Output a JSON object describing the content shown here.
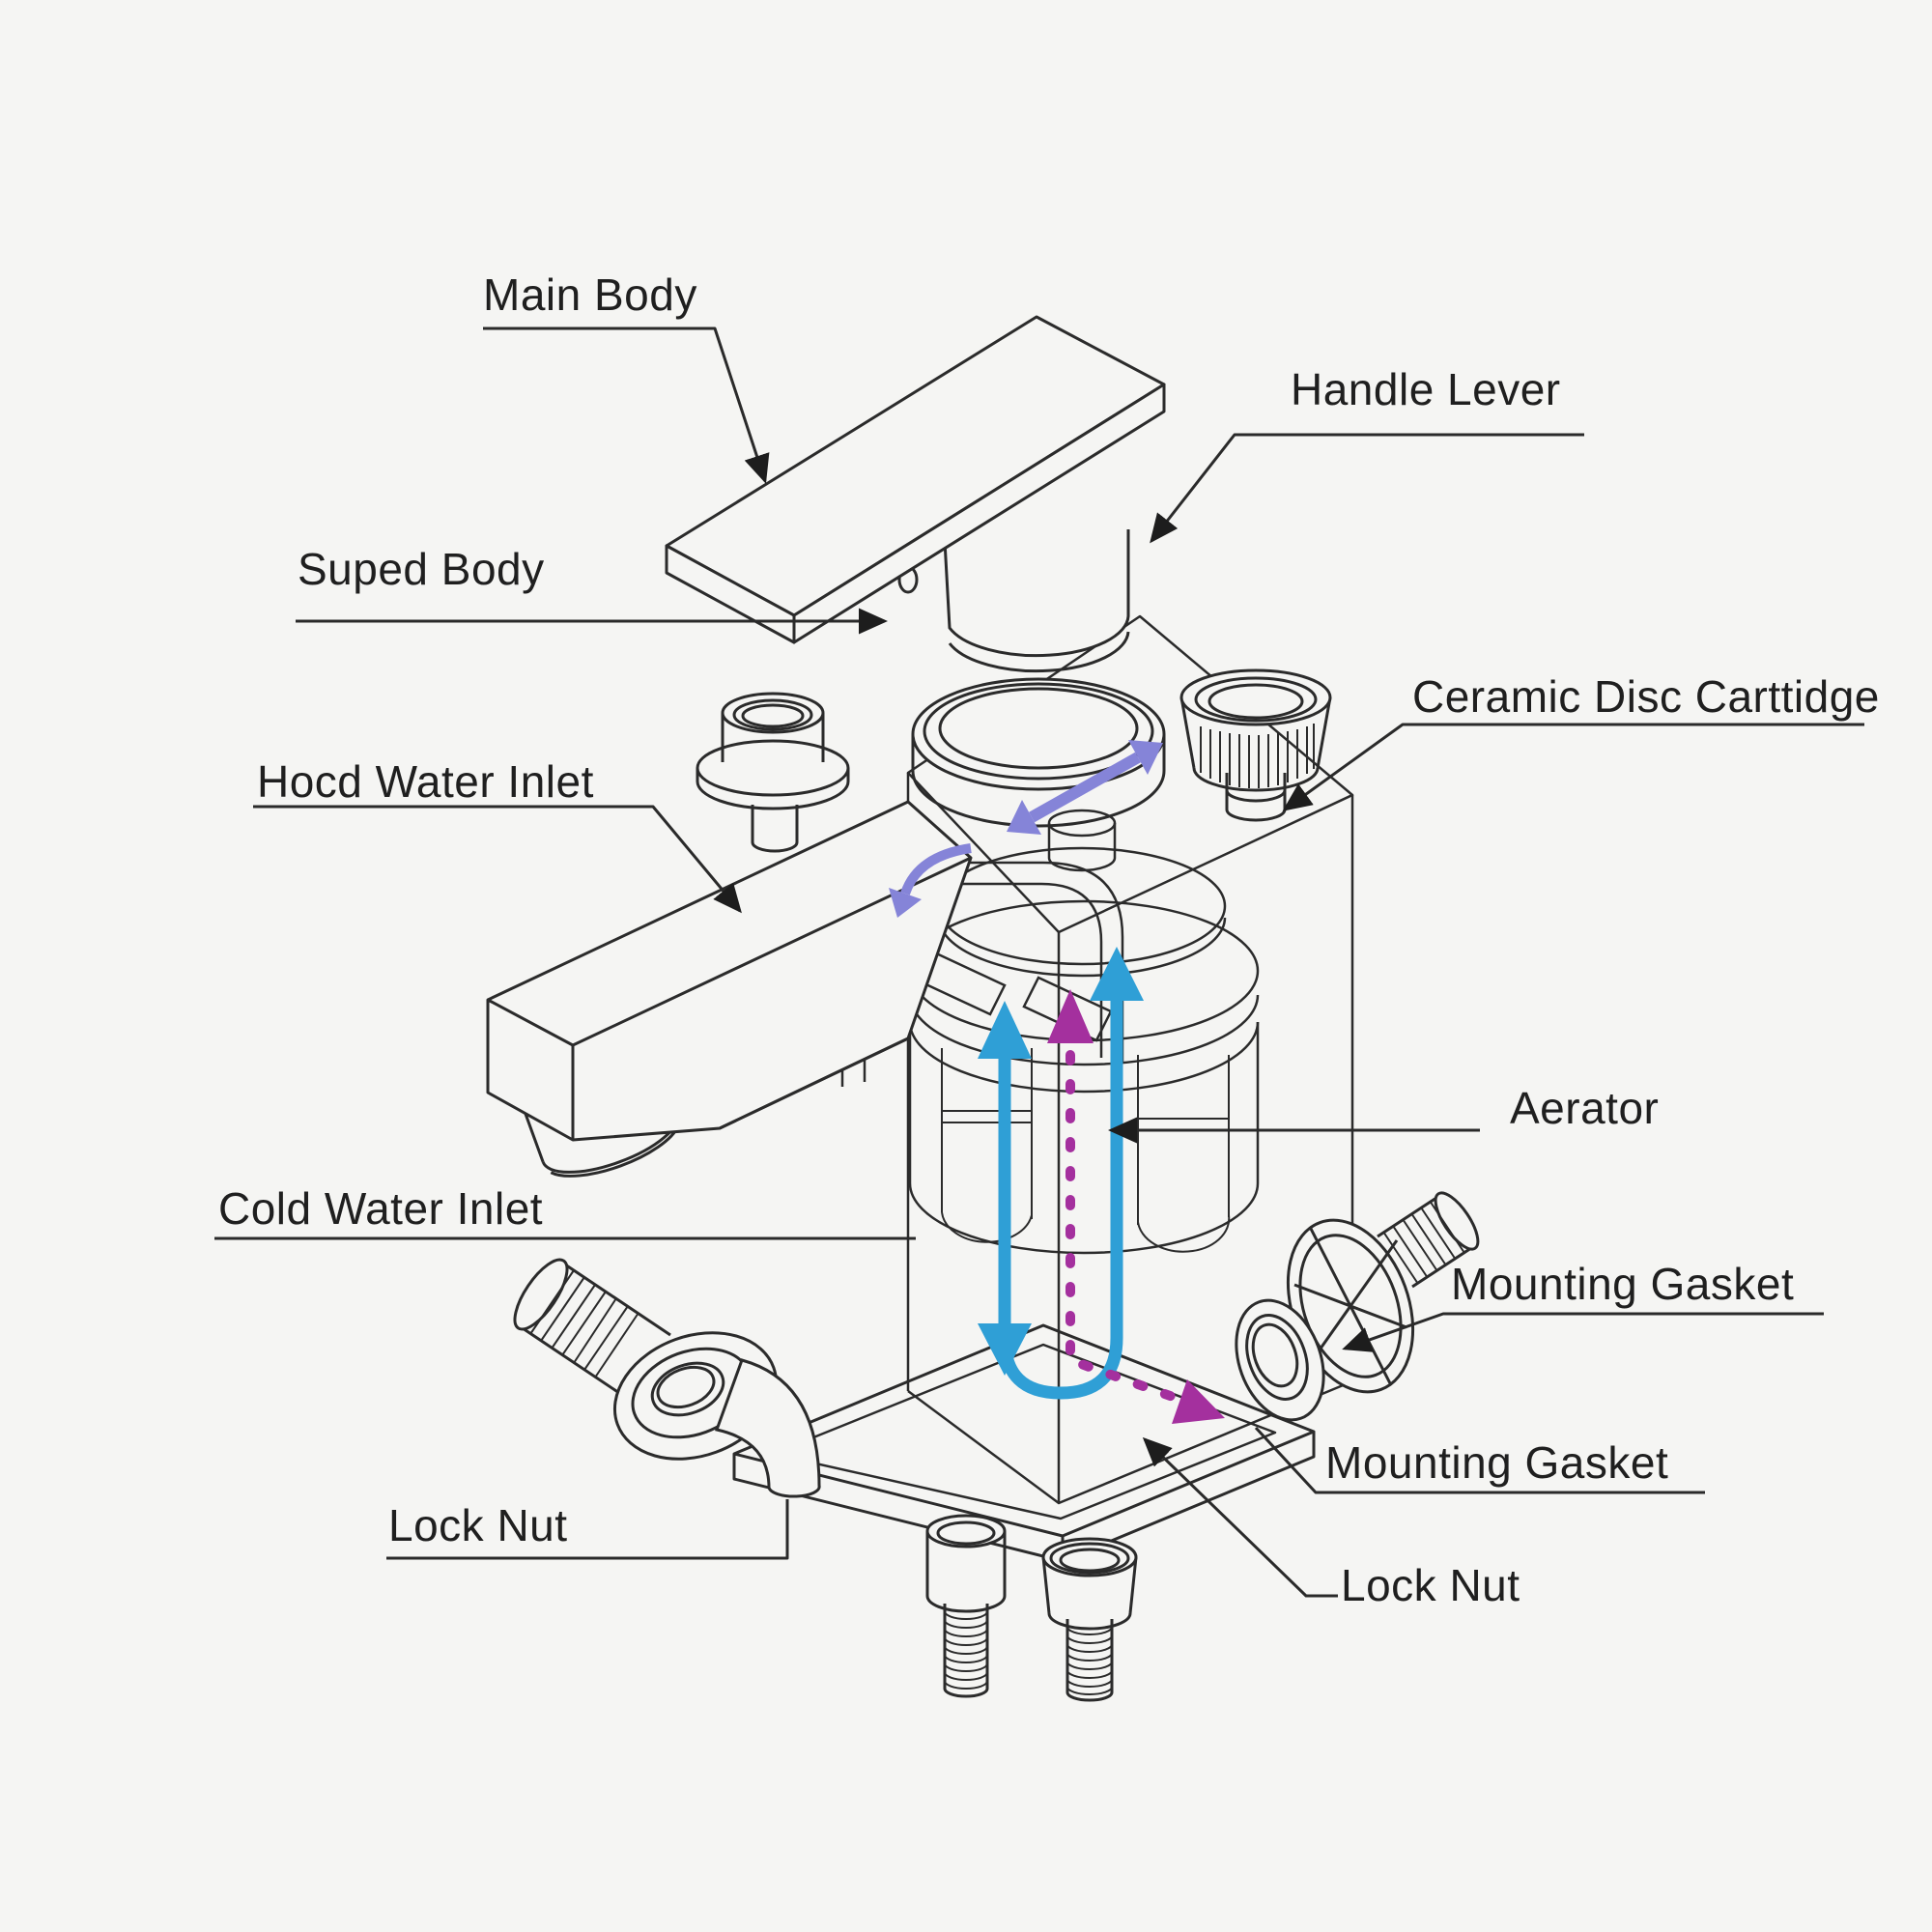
{
  "diagram": {
    "type": "exploded-view-technical-diagram",
    "subject": "Single-handle bathroom faucet exploded assembly with water-flow arrows",
    "background_color": "#f5f5f3",
    "line_color": "#2b2b2b",
    "flow_colors": {
      "cold_water_flow_arrow": "#2f9fd6",
      "hot_water_flow_arrow": "#a4309e",
      "handle_motion_arrow": "#8584d8"
    }
  },
  "labels": {
    "main_body": {
      "text": "Main Body"
    },
    "handle_lever": {
      "text": "Handle Lever"
    },
    "suped_body": {
      "text": "Suped Body"
    },
    "ceramic_disc_cartridge": {
      "text": "Ceramic Disc Carttidge"
    },
    "hot_water_inlet": {
      "text": "Hocd Water Inlet"
    },
    "aerator": {
      "text": "Aerator"
    },
    "cold_water_inlet": {
      "text": "Cold Water Inlet"
    },
    "mounting_gasket_1": {
      "text": "Mounting Gasket"
    },
    "mounting_gasket_2": {
      "text": "Mounting Gasket"
    },
    "lock_nut_left": {
      "text": "Lock Nut"
    },
    "lock_nut_right": {
      "text": "Lock Nut"
    }
  },
  "parts": [
    "handle-lever-plate",
    "handle-cap",
    "trim-ring",
    "flanged-inlet-nut",
    "ceramic-disc-cartridge-cap",
    "faucet-spout-body",
    "transparent-valve-housing",
    "cartridge-cylinder",
    "base-mounting-plate",
    "elbow-supply-fitting",
    "cross-flange-gasket",
    "lock-nut-bolt-small",
    "lock-nut-bolt-large"
  ]
}
